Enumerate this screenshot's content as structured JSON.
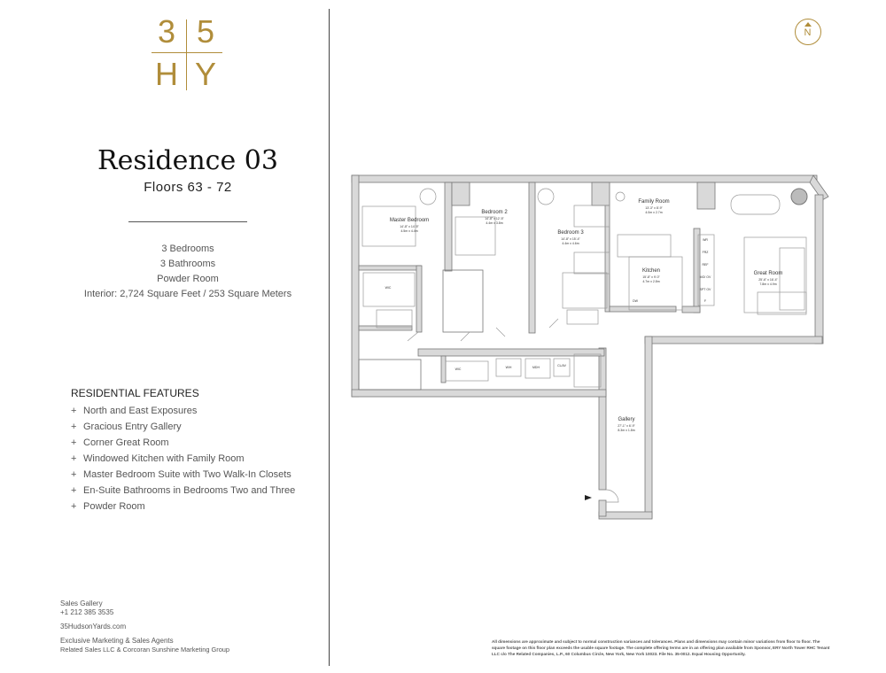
{
  "logo": {
    "chars": [
      "3",
      "5",
      "H",
      "Y"
    ],
    "color": "#b08d3a"
  },
  "residence": {
    "title": "Residence 03",
    "floors": "Floors 63 - 72"
  },
  "specs": [
    "3 Bedrooms",
    "3 Bathrooms",
    "Powder Room",
    "Interior: 2,724 Square Feet / 253 Square Meters"
  ],
  "features": {
    "heading": "RESIDENTIAL FEATURES",
    "bullet": "+",
    "items": [
      "North and East Exposures",
      "Gracious Entry Gallery",
      "Corner Great Room",
      "Windowed Kitchen with Family Room",
      "Master Bedroom Suite with Two Walk-In Closets",
      "En-Suite Bathrooms in Bedrooms Two and Three",
      "Powder Room"
    ]
  },
  "contact": {
    "gallery_label": "Sales Gallery",
    "phone": "+1 212 385 3535",
    "website": "35HudsonYards.com",
    "agents_label": "Exclusive Marketing & Sales Agents",
    "agents": "Related Sales LLC & Corcoran Sunshine Marketing Group"
  },
  "compass": {
    "label": "N"
  },
  "plan": {
    "rooms": {
      "master": {
        "name": "Master Bedroom",
        "imperial": "14'-8\" x 14'-5\"",
        "metric": "4.5m x 4.4m"
      },
      "bed2": {
        "name": "Bedroom 2",
        "imperial": "14'-8\" x 12'-5\"",
        "metric": "4.4m x 3.8m"
      },
      "bed3": {
        "name": "Bedroom 3",
        "imperial": "14'-8\" x 15'-4\"",
        "metric": "4.4m x 4.6m"
      },
      "family": {
        "name": "Family Room",
        "imperial": "13'-3\" x 8'-9\"",
        "metric": "4.0m x 2.7m"
      },
      "kitchen": {
        "name": "Kitchen",
        "imperial": "15'-8\" x 9'-0\"",
        "metric": "4.7m x 2.8m"
      },
      "great": {
        "name": "Great Room",
        "imperial": "25'-6\" x 16'-4\"",
        "metric": "7.8m x 4.9m"
      },
      "gallery": {
        "name": "Gallery",
        "imperial": "27'-1\" x 6'-9\"",
        "metric": "8.3m x 1.8m"
      }
    },
    "labels": {
      "wic": "WIC",
      "wh": "W/H",
      "mdh": "MDH",
      "clav": "CL/AV",
      "dw": "DW",
      "appliances": [
        "WR",
        "FRZ",
        "REF",
        "MO/ OV",
        "SPT OV",
        "F"
      ]
    }
  },
  "disclaimer": "All dimensions are approximate and subject to normal construction variances and tolerances. Plans and dimensions may contain minor variations from floor to floor. The square footage on this floor plan exceeds the usable square footage. The complete offering terms are in an offering plan available from Sponsor, ERY North Tower RHC Tenant LLC c/o The Related Companies, L.P., 60 Columbus Circle, New York, New York 10023. File No. 35-0012. Equal Housing Opportunity."
}
